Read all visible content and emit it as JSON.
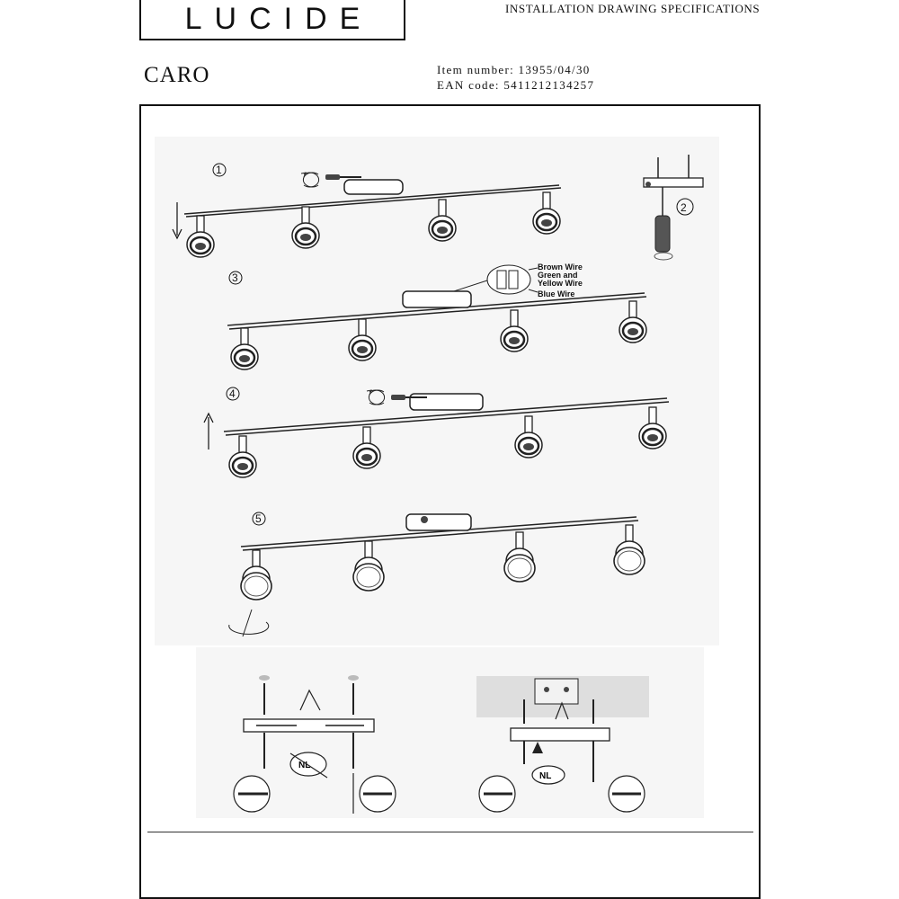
{
  "brand": {
    "logo_text": "LUCIDE"
  },
  "header": {
    "title": "INSTALLATION DRAWING SPECIFICATIONS"
  },
  "product": {
    "name": "CARO",
    "item_number": "Item number: 13955/04/30",
    "ean_code": "EAN code: 5411212134257"
  },
  "steps": [
    {
      "number": "1"
    },
    {
      "number": "2"
    },
    {
      "number": "3"
    },
    {
      "number": "4"
    },
    {
      "number": "5"
    }
  ],
  "wiring": {
    "brown": "Brown Wire",
    "green_yellow_1": "Green and",
    "green_yellow_2": "Yellow Wire",
    "blue": "Blue Wire"
  },
  "mounting": {
    "nl_left": "NL",
    "nl_right": "NL"
  }
}
